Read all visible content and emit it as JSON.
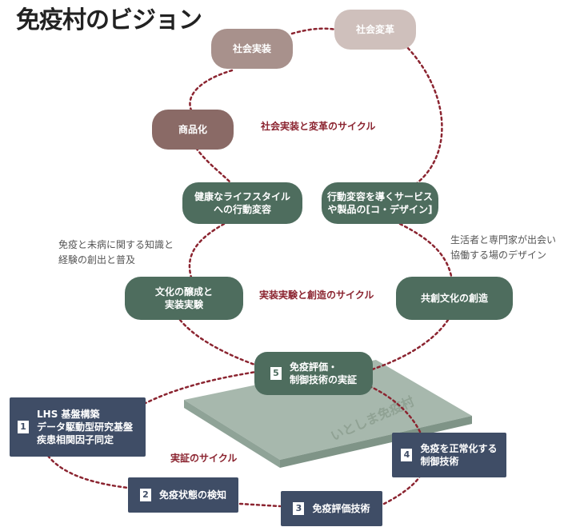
{
  "title": "免疫村のビジョン",
  "colors": {
    "dotted_line": "#8b2430",
    "green": "#4e6d5e",
    "navy": "#3f4d66",
    "mauve_dark": "#8a6a66",
    "mauve_mid": "#a8918c",
    "mauve_light": "#cfc0bc",
    "platform": "#9aaea2"
  },
  "nodes": {
    "social_implementation": "社会実装",
    "social_transformation": "社会変革",
    "commercialization": "商品化",
    "healthy_lifestyle": "健康なライフスタイル\nへの行動変容",
    "behavior_change_codesign": "行動変容を導くサービス\nや製品の[コ・デザイン]",
    "culture_cultivation": "文化の醸成と\n実装実験",
    "co_creation_culture": "共創文化の創造",
    "immune_evaluation": "免疫評価・\n制御技術の実証"
  },
  "cycle_labels": {
    "upper": "社会実装と変革のサイクル",
    "middle": "実装実験と創造のサイクル",
    "lower": "実証のサイクル"
  },
  "notes": {
    "left": "免疫と未病に関する知識と\n経験の創出と普及",
    "right": "生活者と専門家が出会い\n協働する場のデザイン"
  },
  "platform_label": "いとしま免疫村",
  "steps": [
    {
      "number": "1",
      "text": "LHS 基盤構築\nデータ駆動型研究基盤\n疾患相関因子同定"
    },
    {
      "number": "2",
      "text": "免疫状態の検知"
    },
    {
      "number": "3",
      "text": "免疫評価技術"
    },
    {
      "number": "4",
      "text": "免疫を正常化する\n制御技術"
    },
    {
      "number": "5",
      "text": "免疫評価・\n制御技術の実証"
    }
  ]
}
